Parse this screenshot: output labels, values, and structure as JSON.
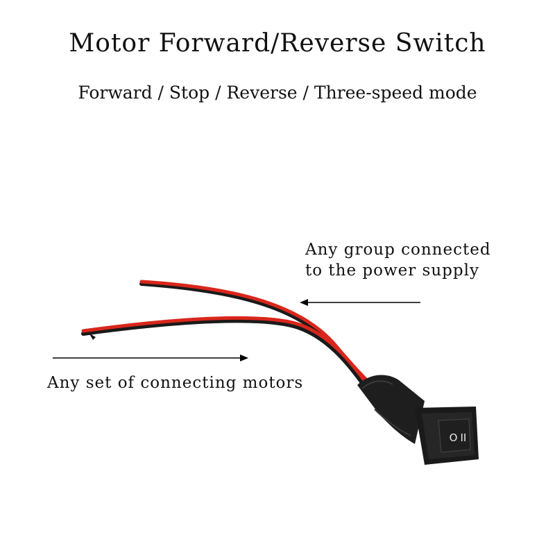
{
  "title": "Motor Forward/Reverse Switch",
  "subtitle": "Forward / Stop / Reverse / Three-speed mode",
  "annotations": {
    "power_supply": {
      "line1": "Any group connected",
      "line2": "to the power supply"
    },
    "motors": "Any set of connecting motors"
  },
  "switch_markings": {
    "left": "O",
    "right": "II"
  },
  "colors": {
    "wire_red": "#d9261c",
    "wire_black": "#1a1a1a",
    "switch_body": "#1c1c1c",
    "arrow": "#000000"
  },
  "icons": {
    "arrow_power": "arrow-left",
    "arrow_motors": "arrow-right"
  }
}
